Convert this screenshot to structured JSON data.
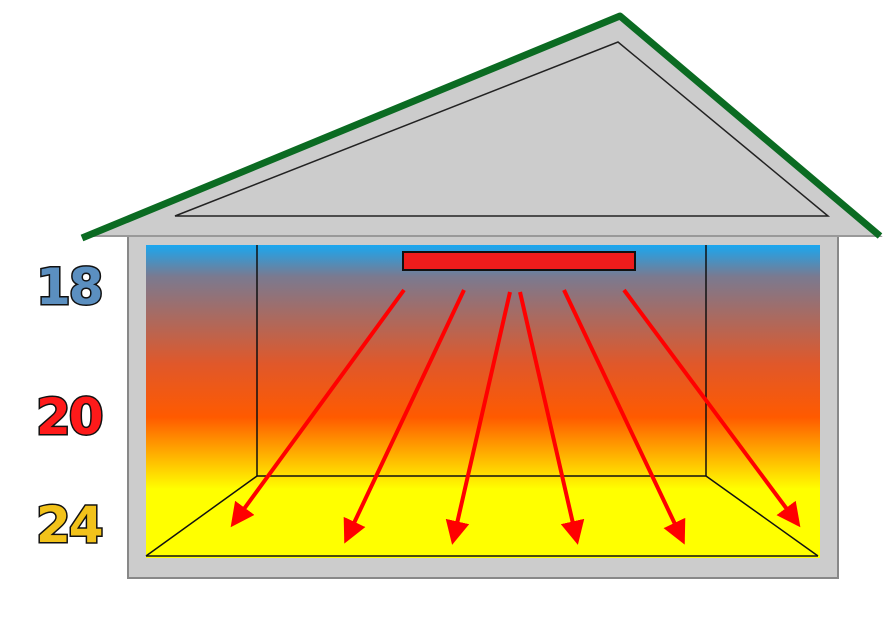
{
  "temperatures": {
    "top": {
      "value": "18",
      "color": "#5b8fc0"
    },
    "middle": {
      "value": "20",
      "color": "#ff1a1a"
    },
    "bottom": {
      "value": "24",
      "color": "#f2c21a"
    }
  },
  "colors": {
    "roof_trim": "#0b6b22",
    "wall": "#cccccc",
    "gable": "#cccccc",
    "outline": "#888888",
    "heater_fill": "#ee1c1c",
    "heat_ray": "#ff0000",
    "gradient": [
      "#1aa7f0",
      "#7a7a90",
      "#e0582a",
      "#ff5a00",
      "#ffff00",
      "#ffff00"
    ]
  },
  "heater": {
    "type": "ceiling infrared heater"
  },
  "heat_rays": {
    "count": 6
  }
}
